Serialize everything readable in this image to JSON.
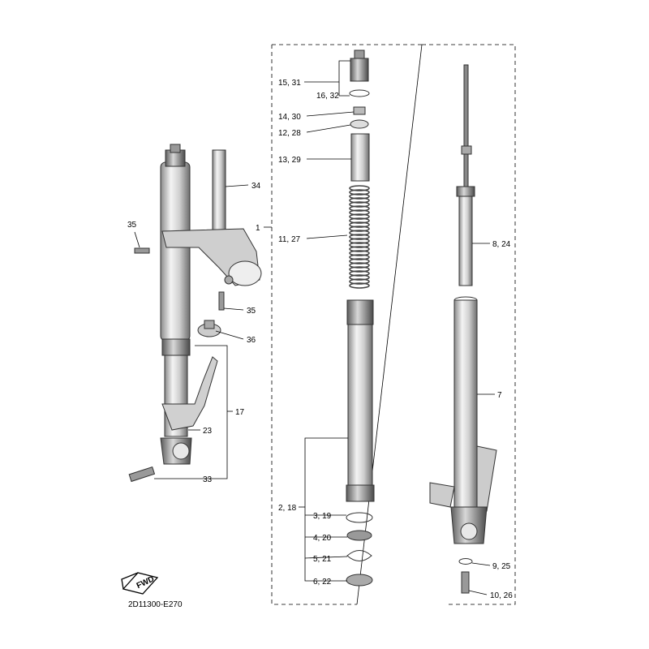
{
  "diagram": {
    "code": "2D11300-E270",
    "fwd_text": "FWD",
    "callouts": {
      "c1": "1",
      "c2_18": "2, 18",
      "c3_19": "3, 19",
      "c4_20": "4, 20",
      "c5_21": "5, 21",
      "c6_22": "6, 22",
      "c7": "7",
      "c8_24": "8, 24",
      "c9_25": "9, 25",
      "c10_26": "10, 26",
      "c11_27": "11, 27",
      "c12_28": "12, 28",
      "c13_29": "13, 29",
      "c14_30": "14, 30",
      "c15_31": "15, 31",
      "c16_32": "16, 32",
      "c17": "17",
      "c23": "23",
      "c33": "33",
      "c34": "34",
      "c35a": "35",
      "c35b": "35",
      "c36": "36"
    }
  }
}
